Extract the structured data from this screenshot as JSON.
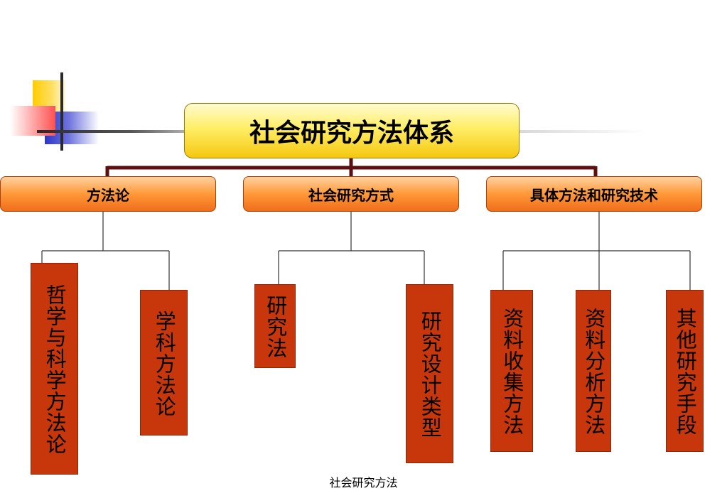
{
  "title": "社会研究方法体系",
  "categories": [
    {
      "label": "方法论",
      "children": [
        "哲学与科学方法论",
        "学科方法论"
      ]
    },
    {
      "label": "社会研究方式",
      "children": [
        "研究法",
        "研究设计类型"
      ]
    },
    {
      "label": "具体方法和研究技术",
      "children": [
        "资料收集方法",
        "资料分析方法",
        "其他研究手段"
      ]
    }
  ],
  "footer": "社会研究方法",
  "colors": {
    "root_fill": "#ffee66",
    "category_fill": "#ff9838",
    "leaf_fill": "#c8360c",
    "connector_main": "#5c1010",
    "connector_thin": "#333333"
  }
}
